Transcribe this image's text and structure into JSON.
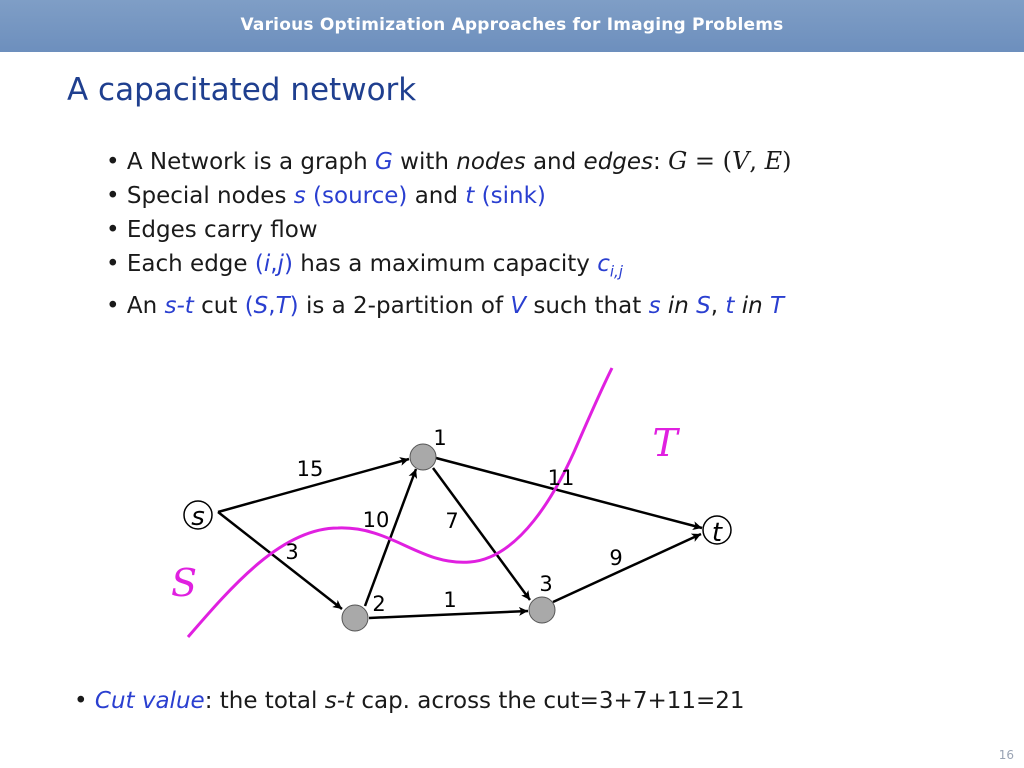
{
  "header": {
    "title": "Various Optimization Approaches for Imaging Problems"
  },
  "slide": {
    "title": "A capacitated network"
  },
  "bullets": {
    "b1": {
      "prefix": "• A Network is a graph ",
      "G": "G",
      "with": " with ",
      "nodes": "nodes",
      "and": " and ",
      "edges": "edges",
      "colon": ": ",
      "formula_G": "G",
      "formula_eq": " = (",
      "formula_V": "V",
      "formula_comma": ", ",
      "formula_E": "E",
      "formula_close": ")"
    },
    "b2": {
      "prefix": "• Special nodes ",
      "s": "s",
      "source": " (source)",
      "and": " and ",
      "t": "t",
      "sink": " (sink)"
    },
    "b3": {
      "text": "• Edges carry flow"
    },
    "b4": {
      "prefix": "• Each edge ",
      "open": "(",
      "i": "i",
      "comma": ",",
      "j": "j",
      "close": ")",
      "mid": " has a maximum capacity ",
      "c": "c",
      "sub": "i,j"
    },
    "b5": {
      "prefix": "• An ",
      "st": "s-t",
      "cut": " cut ",
      "open": "(",
      "S": "S",
      "comma": ",",
      "T": "T",
      "close": ")",
      "mid": " is a 2-partition of ",
      "V": "V",
      "such": " such that ",
      "s": "s",
      "in1": " in ",
      "S2": "S",
      "sep": ", ",
      "t": "t",
      "in2": " in ",
      "T2": "T"
    }
  },
  "graph": {
    "colors": {
      "cut_curve": "#e020e0",
      "node_fill": "#a9a9a9",
      "edge": "#000000"
    },
    "nodes": [
      {
        "id": "s",
        "label": "s",
        "style": "hollow"
      },
      {
        "id": "t",
        "label": "t",
        "style": "hollow"
      },
      {
        "id": "1",
        "label": "1",
        "style": "filled"
      },
      {
        "id": "2",
        "label": "2",
        "style": "filled"
      },
      {
        "id": "3",
        "label": "3",
        "style": "filled"
      }
    ],
    "edges": [
      {
        "from": "s",
        "to": "1",
        "capacity": "15"
      },
      {
        "from": "s",
        "to": "2",
        "capacity": "3"
      },
      {
        "from": "2",
        "to": "1",
        "capacity": "10"
      },
      {
        "from": "1",
        "to": "3",
        "capacity": "7"
      },
      {
        "from": "1",
        "to": "t",
        "capacity": "11"
      },
      {
        "from": "2",
        "to": "3",
        "capacity": "1"
      },
      {
        "from": "3",
        "to": "t",
        "capacity": "9"
      }
    ],
    "cut_labels": {
      "S": "S",
      "T": "T"
    }
  },
  "bottom": {
    "bullet": "• ",
    "cut_value": "Cut value",
    "rest1": ": the total ",
    "st": "s-t",
    "rest2": " cap. across the cut=3+7+11=21"
  },
  "page_number": "16"
}
